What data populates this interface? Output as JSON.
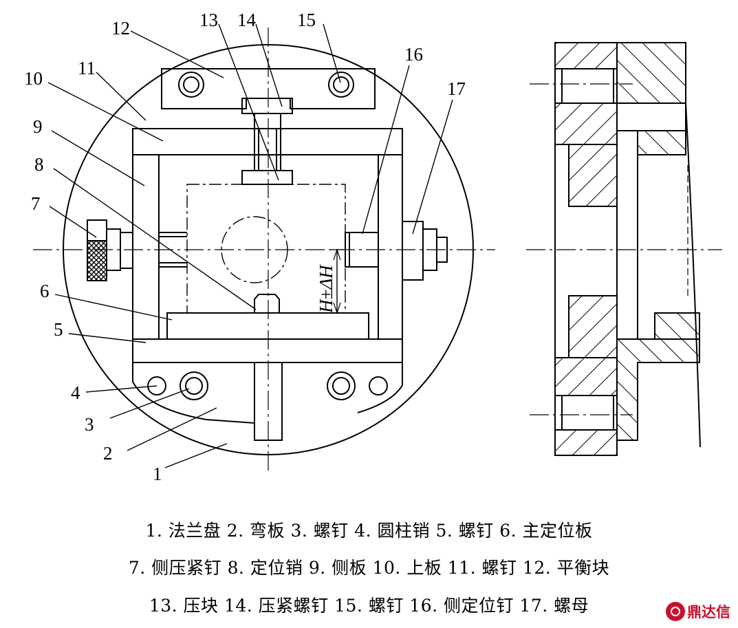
{
  "part_numbers": [
    "1",
    "2",
    "3",
    "4",
    "5",
    "6",
    "7",
    "8",
    "9",
    "10",
    "11",
    "12",
    "13",
    "14",
    "15",
    "16",
    "17"
  ],
  "dimension_label": "H±ΔH",
  "caption_lines": [
    "1. 法兰盘  2. 弯板  3. 螺钉  4. 圆柱销  5. 螺钉  6. 主定位板",
    "7. 侧压紧钉  8. 定位销  9. 侧板  10. 上板  11. 螺钉  12. 平衡块",
    "13. 压块  14. 压紧螺钉  15. 螺钉  16. 侧定位钉  17. 螺母"
  ],
  "logo_text": "鼎达信",
  "colors": {
    "line": "#000000",
    "background": "#ffffff",
    "logo": "#c8102e"
  }
}
